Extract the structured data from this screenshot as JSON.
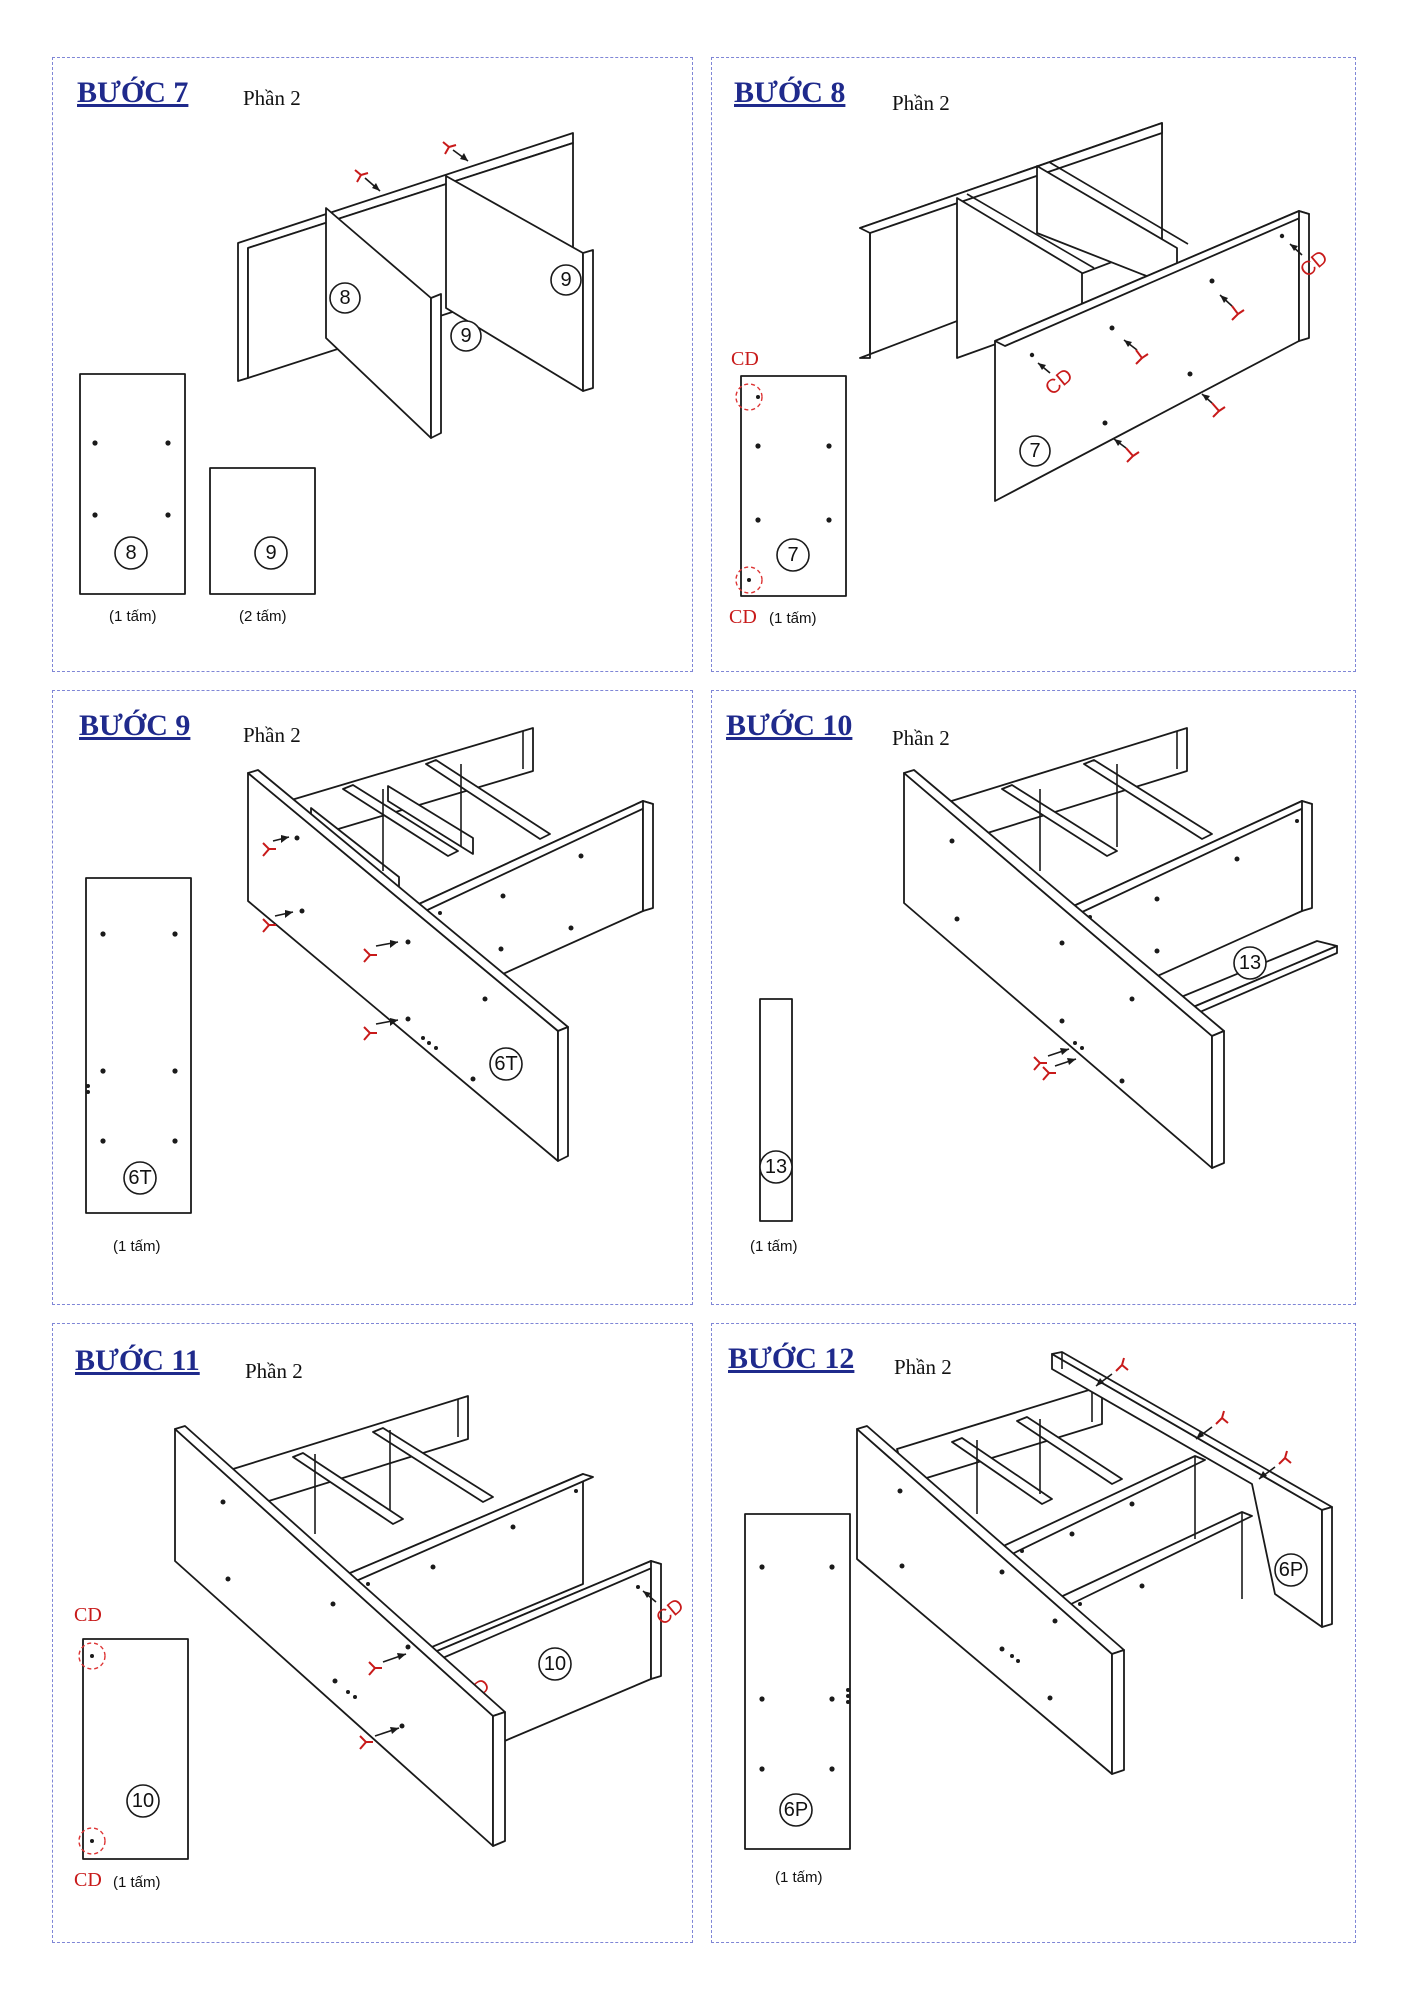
{
  "steps": [
    {
      "title": "BƯỚC 7",
      "part": "Phần 2",
      "pieces": [
        {
          "label": "8",
          "qty": "(1 tấm)"
        },
        {
          "label": "9",
          "qty": "(2 tấm)"
        }
      ],
      "assembly_labels": [
        "8",
        "9",
        "9"
      ]
    },
    {
      "title": "BƯỚC 8",
      "part": "Phần 2",
      "pieces": [
        {
          "label": "7",
          "qty": "(1 tấm)"
        }
      ],
      "cd_top": "CD",
      "cd_bottom": "CD",
      "assembly_labels": [
        "7"
      ],
      "assembly_marks": [
        "CD",
        "CD"
      ]
    },
    {
      "title": "BƯỚC 9",
      "part": "Phần 2",
      "pieces": [
        {
          "label": "6T",
          "qty": "(1 tấm)"
        }
      ],
      "assembly_labels": [
        "6T"
      ]
    },
    {
      "title": "BƯỚC 10",
      "part": "Phần 2",
      "pieces": [
        {
          "label": "13",
          "qty": "(1 tấm)"
        }
      ],
      "assembly_labels": [
        "13"
      ]
    },
    {
      "title": "BƯỚC 11",
      "part": "Phần 2",
      "pieces": [
        {
          "label": "10",
          "qty": "(1 tấm)"
        }
      ],
      "cd_top": "CD",
      "cd_bottom": "CD",
      "assembly_labels": [
        "10"
      ],
      "assembly_marks": [
        "CD",
        "CD"
      ]
    },
    {
      "title": "BƯỚC 12",
      "part": "Phần 2",
      "pieces": [
        {
          "label": "6P",
          "qty": "(1 tấm)"
        }
      ],
      "assembly_labels": [
        "6P"
      ]
    }
  ],
  "colors": {
    "title": "#1f2a8c",
    "accent_red": "#c81a1a",
    "panel_border": "#7f86d6"
  },
  "icons": {
    "fastener": "cam-lock-arrow-icon",
    "cd": "dowel-mark-icon"
  }
}
